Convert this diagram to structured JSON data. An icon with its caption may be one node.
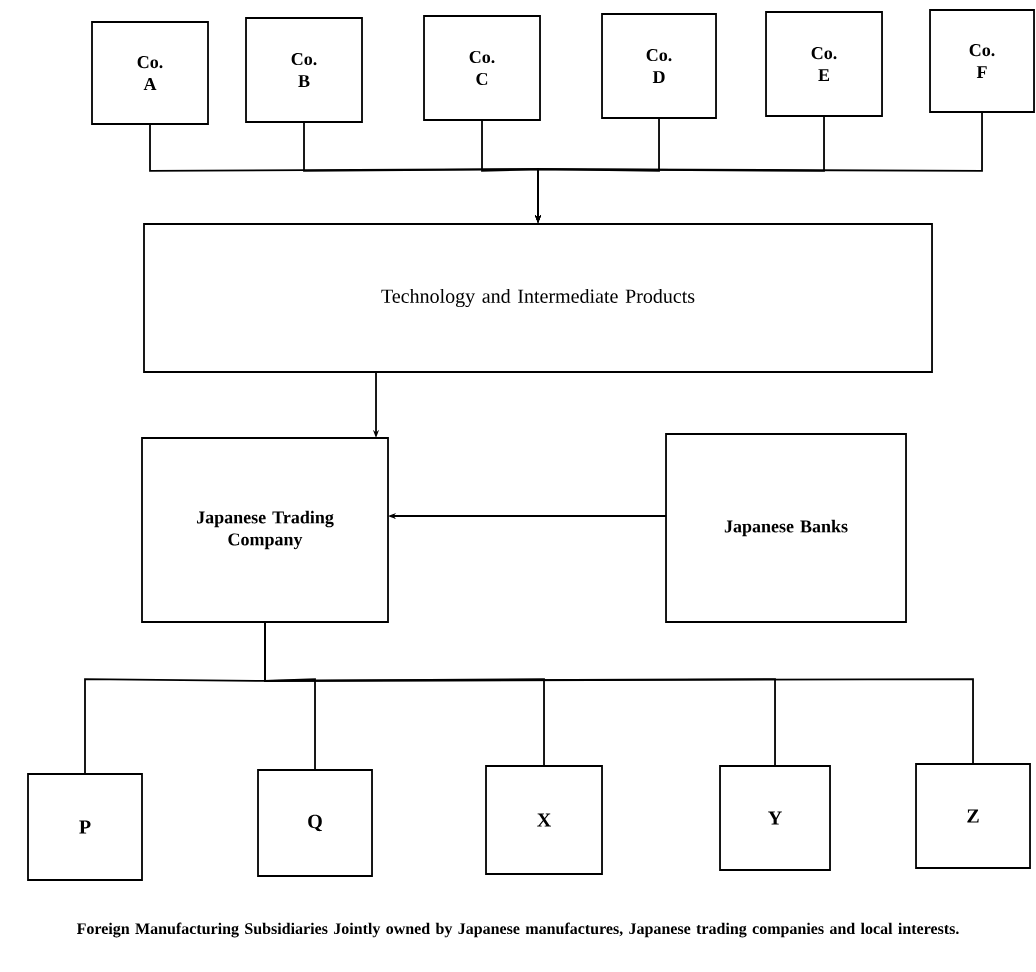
{
  "diagram": {
    "caption": "Foreign Manufacturing Subsidiaries Jointly owned by Japanese manufactures, Japanese trading companies and local interests.",
    "nodes": [
      {
        "text": [
          "Co. A"
        ]
      },
      {
        "text": [
          "Co. B"
        ]
      },
      {
        "text": [
          "Co. C"
        ]
      },
      {
        "text": [
          "Co. D"
        ]
      },
      {
        "text": [
          "Co. E"
        ]
      },
      {
        "text": [
          "Co. F"
        ]
      },
      {
        "text": [
          "Technology and Intermediate Products"
        ]
      },
      {
        "text": [
          "Japanese Trading Company"
        ]
      },
      {
        "text": [
          "Japanese Banks"
        ]
      },
      {
        "text": [
          "P"
        ]
      },
      {
        "text": [
          "Q"
        ]
      },
      {
        "text": [
          "X"
        ]
      },
      {
        "text": [
          "Y"
        ]
      },
      {
        "text": [
          "Z"
        ]
      }
    ],
    "edges": [
      {
        "from": 0,
        "to": 6,
        "arrow": "to"
      },
      {
        "from": 1,
        "to": 6,
        "arrow": "to"
      },
      {
        "from": 2,
        "to": 6,
        "arrow": "to"
      },
      {
        "from": 3,
        "to": 6,
        "arrow": "to"
      },
      {
        "from": 4,
        "to": 6,
        "arrow": "to"
      },
      {
        "from": 5,
        "to": 6,
        "arrow": "to"
      },
      {
        "from": 6,
        "to": 7,
        "arrow": "to"
      },
      {
        "from": 8,
        "to": 7,
        "arrow": "to"
      },
      {
        "from": 7,
        "to": 9,
        "arrow": "none"
      },
      {
        "from": 7,
        "to": 10,
        "arrow": "none"
      },
      {
        "from": 7,
        "to": 11,
        "arrow": "none"
      },
      {
        "from": 7,
        "to": 12,
        "arrow": "none"
      },
      {
        "from": 7,
        "to": 13,
        "arrow": "none"
      }
    ]
  }
}
